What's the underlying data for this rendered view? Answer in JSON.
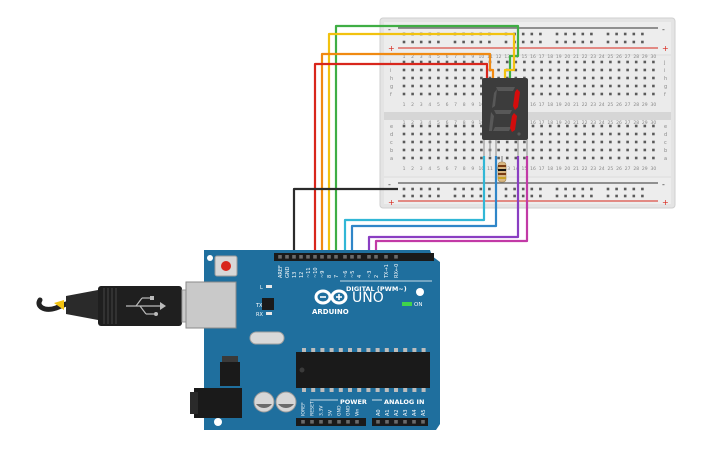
{
  "board": {
    "logo_text": "ARDUINO",
    "model": "UNO",
    "on_label": "ON",
    "led_labels": [
      "L",
      "TX",
      "RX"
    ],
    "digital_label": "DIGITAL (PWM~)",
    "power_label": "POWER",
    "analog_label": "ANALOG IN",
    "top_header_labels": [
      "AREF",
      "GND",
      "13",
      "12",
      "~11",
      "~10",
      "~9",
      "8",
      "7",
      "~6",
      "~5",
      "4",
      "~3",
      "2",
      "TX→1",
      "RX←0"
    ],
    "power_pins": [
      "IOREF",
      "RESET",
      "3.3V",
      "5V",
      "GND",
      "GND",
      "Vin"
    ],
    "analog_pins": [
      "A0",
      "A1",
      "A2",
      "A3",
      "A4",
      "A5"
    ]
  },
  "breadboard": {
    "row_letters_top": [
      "j",
      "i",
      "h",
      "g",
      "f"
    ],
    "row_letters_bottom": [
      "e",
      "d",
      "c",
      "b",
      "a"
    ],
    "columns": [
      "1",
      "2",
      "3",
      "4",
      "5",
      "6",
      "7",
      "8",
      "9",
      "10",
      "11",
      "12",
      "13",
      "14",
      "15",
      "16",
      "17",
      "18",
      "19",
      "20",
      "21",
      "22",
      "23",
      "24",
      "25",
      "26",
      "27",
      "28",
      "29",
      "30"
    ],
    "rail_minus": "-",
    "rail_plus": "+"
  },
  "display": {
    "digit_shown": "1",
    "segment_color": "#d40c0c"
  },
  "wire_colors": {
    "green": "#3fae44",
    "yellow": "#f2c20f",
    "orange": "#f08a12",
    "red": "#d8261c",
    "black": "#2b2b2b",
    "cyan": "#31b7d6",
    "blue": "#2f86c8",
    "violet": "#8a3ec2",
    "magenta": "#c23aa6"
  }
}
